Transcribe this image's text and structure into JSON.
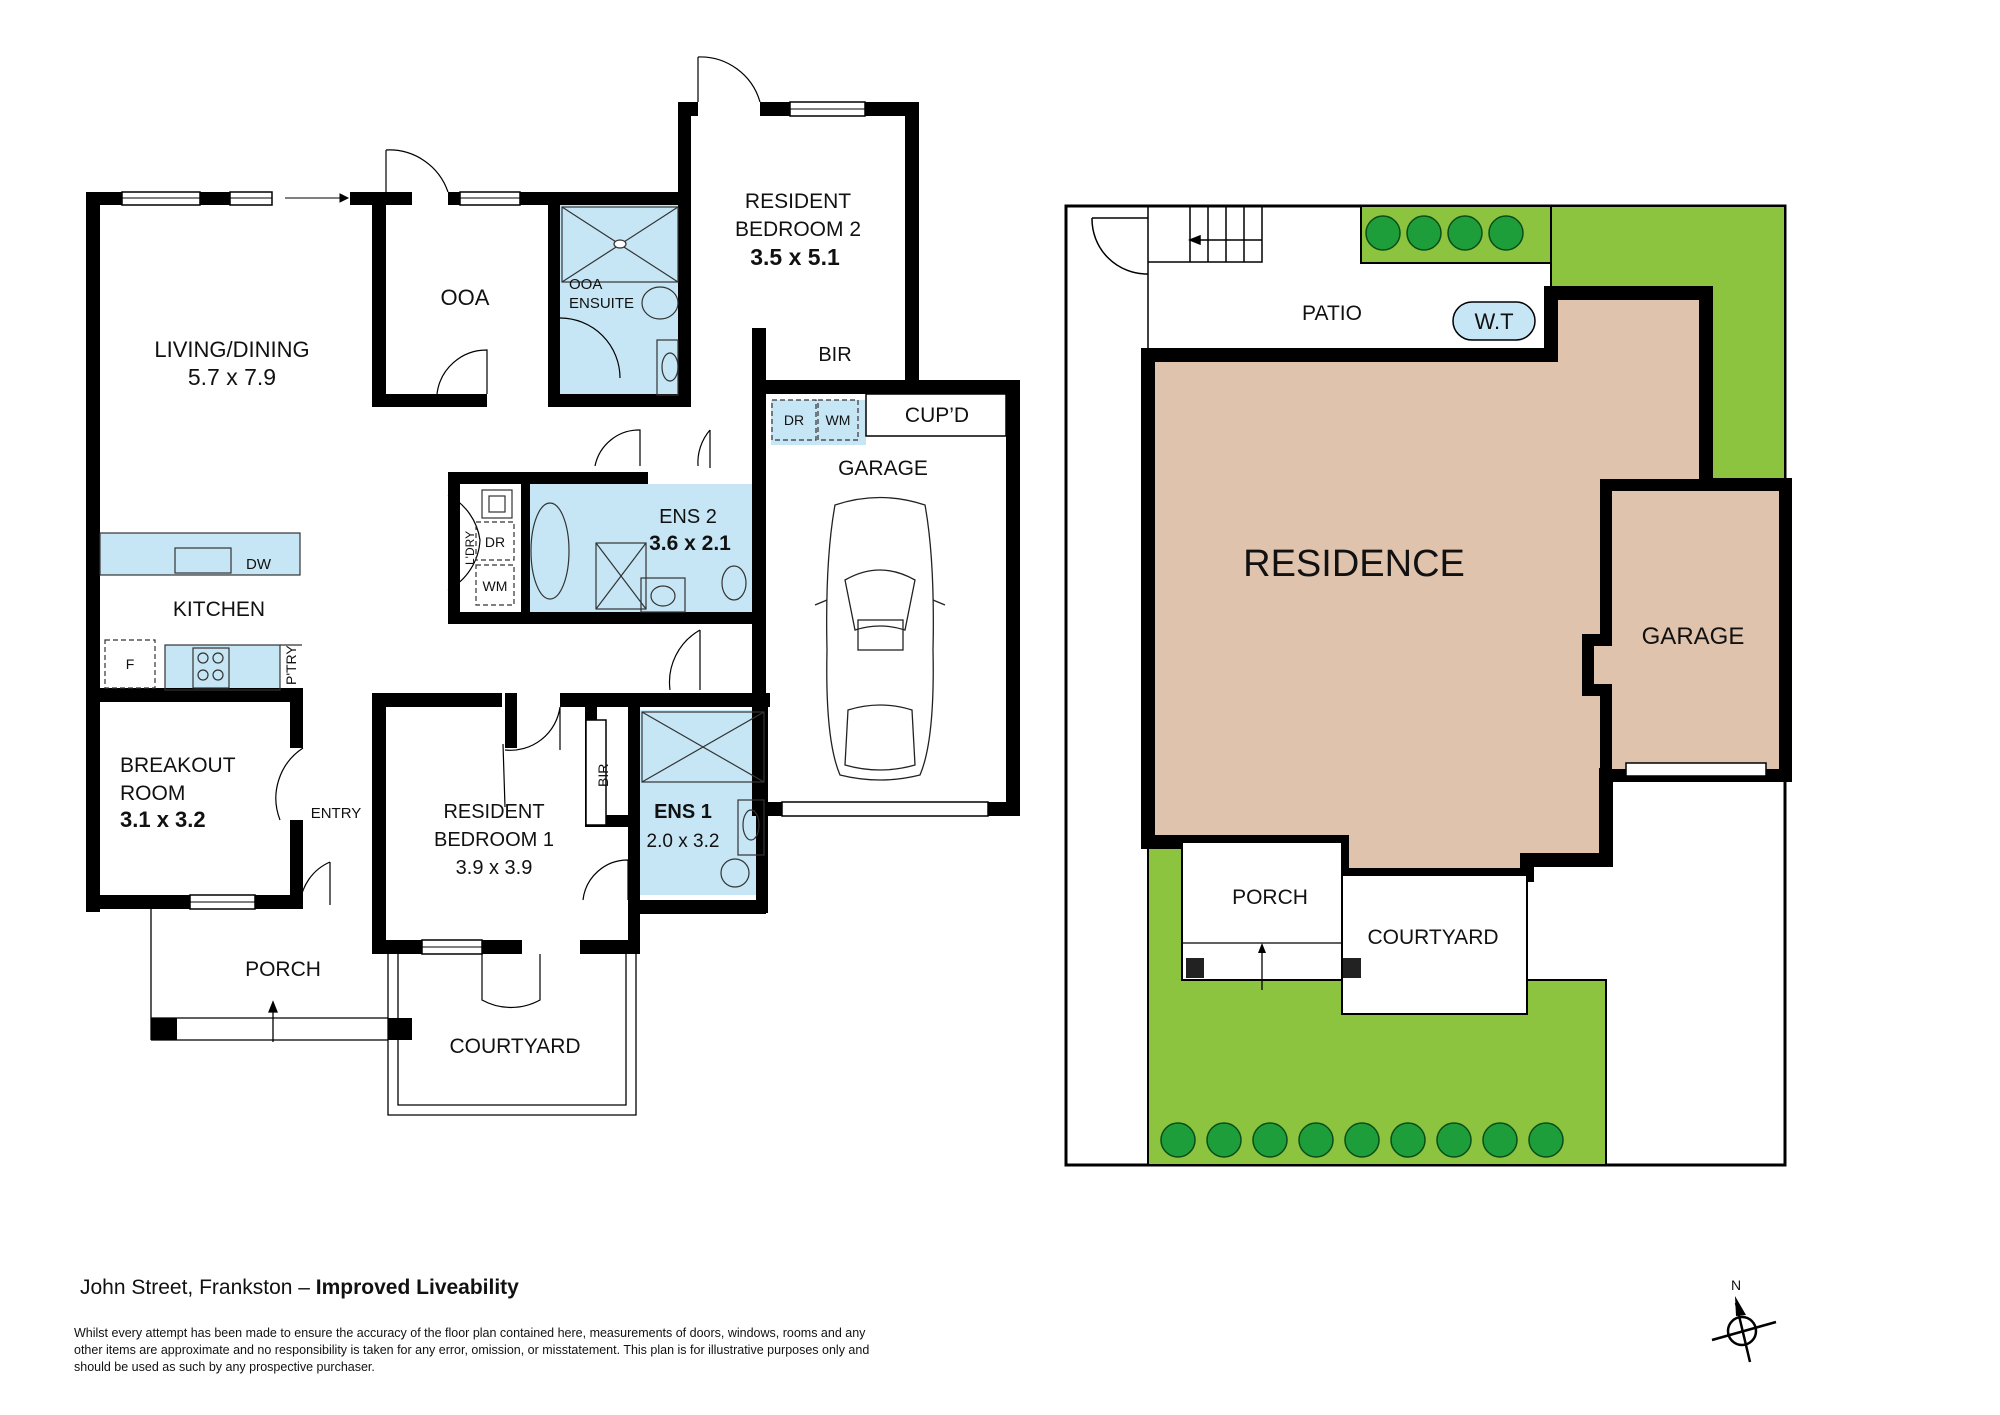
{
  "floor_plan": {
    "rooms": {
      "living_dining": {
        "name": "LIVING/DINING",
        "size": "5.7 x 7.9"
      },
      "ooa": {
        "name": "OOA"
      },
      "ooa_ensuite": {
        "line1": "OOA",
        "line2": "ENSUITE"
      },
      "bedroom2": {
        "line1": "RESIDENT",
        "line2": "BEDROOM 2",
        "size": "3.5 x 5.1"
      },
      "bir_top": {
        "name": "BIR"
      },
      "cupd": {
        "name": "CUP’D"
      },
      "garage": {
        "name": "GARAGE"
      },
      "garage_dr": {
        "name": "DR"
      },
      "garage_wm": {
        "name": "WM"
      },
      "ens2": {
        "name": "ENS 2",
        "size": "3.6 x 2.1"
      },
      "laundry": {
        "name": "L'DRY",
        "dr": "DR",
        "wm": "WM"
      },
      "kitchen": {
        "name": "KITCHEN",
        "dw": "DW",
        "fridge": "F",
        "pantry": "P'TRY"
      },
      "breakout": {
        "line1": "BREAKOUT",
        "line2": "ROOM",
        "size": "3.1 x 3.2"
      },
      "entry": {
        "name": "ENTRY"
      },
      "bedroom1": {
        "line1": "RESIDENT",
        "line2": "BEDROOM 1",
        "size": "3.9 x 3.9"
      },
      "bir_bottom": {
        "name": "BIR"
      },
      "ens1": {
        "name": "ENS 1",
        "size": "2.0 x 3.2"
      },
      "porch": {
        "name": "PORCH"
      },
      "courtyard": {
        "name": "COURTYARD"
      }
    }
  },
  "site_plan": {
    "labels": {
      "patio": "PATIO",
      "water_tank": "W.T",
      "residence": "RESIDENCE",
      "garage": "GARAGE",
      "porch": "PORCH",
      "courtyard": "COURTYARD"
    },
    "colors": {
      "lawn": "#8CC43F",
      "building": "#E0C3AD",
      "tree": "#1E9E3A",
      "fixture": "#C6E6F5"
    }
  },
  "compass": {
    "north_label": "N"
  },
  "footer": {
    "address": "John Street, Frankston – ",
    "title": "Improved Liveability",
    "disclaimer": "Whilst every attempt has been made to ensure the accuracy of the floor plan contained here, measurements of doors, windows, rooms and any other items are approximate and no responsibility is taken for any error, omission, or misstatement. This plan is for illustrative purposes only and should be used as such by any prospective purchaser."
  }
}
